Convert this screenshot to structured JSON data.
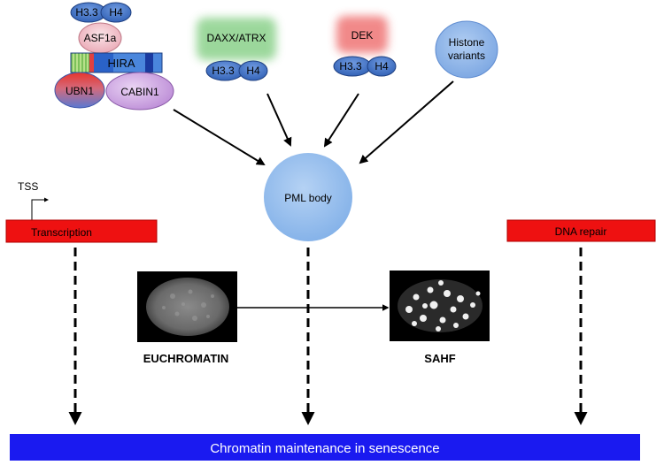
{
  "hira_complex": {
    "h33": "H3.3",
    "h4": "H4",
    "asf1a": "ASF1a",
    "hira": "HIRA",
    "ubn1": "UBN1",
    "cabin1": "CABIN1"
  },
  "daxx_atrx": {
    "label": "DAXX/ATRX",
    "h33": "H3.3",
    "h4": "H4"
  },
  "dek": {
    "label": "DEK",
    "h33": "H3.3",
    "h4": "H4"
  },
  "histone_variants": {
    "line1": "Histone",
    "line2": "variants"
  },
  "pml_body": {
    "label": "PML body"
  },
  "tss_label": "TSS",
  "transcription_label": "Transcription",
  "dna_repair_label": "DNA repair",
  "euchromatin_label": "EUCHROMATIN",
  "sahf_label": "SAHF",
  "bottom_bar_label": "Chromatin maintenance in senescence",
  "colors": {
    "red_box": "#ee1111",
    "blue_bar": "#1a1af0",
    "pml_blue": "#8fb9ec",
    "histone_blue": "#3d6fc0",
    "daxx_green": "#4bb84b",
    "dek_red": "#e83a3a",
    "ubn1_blue": "#4f70cf",
    "cabin1_purple": "#c79bdf",
    "asf1a_pink": "#f2c0c8",
    "hira_blue": "#2b63c4"
  }
}
